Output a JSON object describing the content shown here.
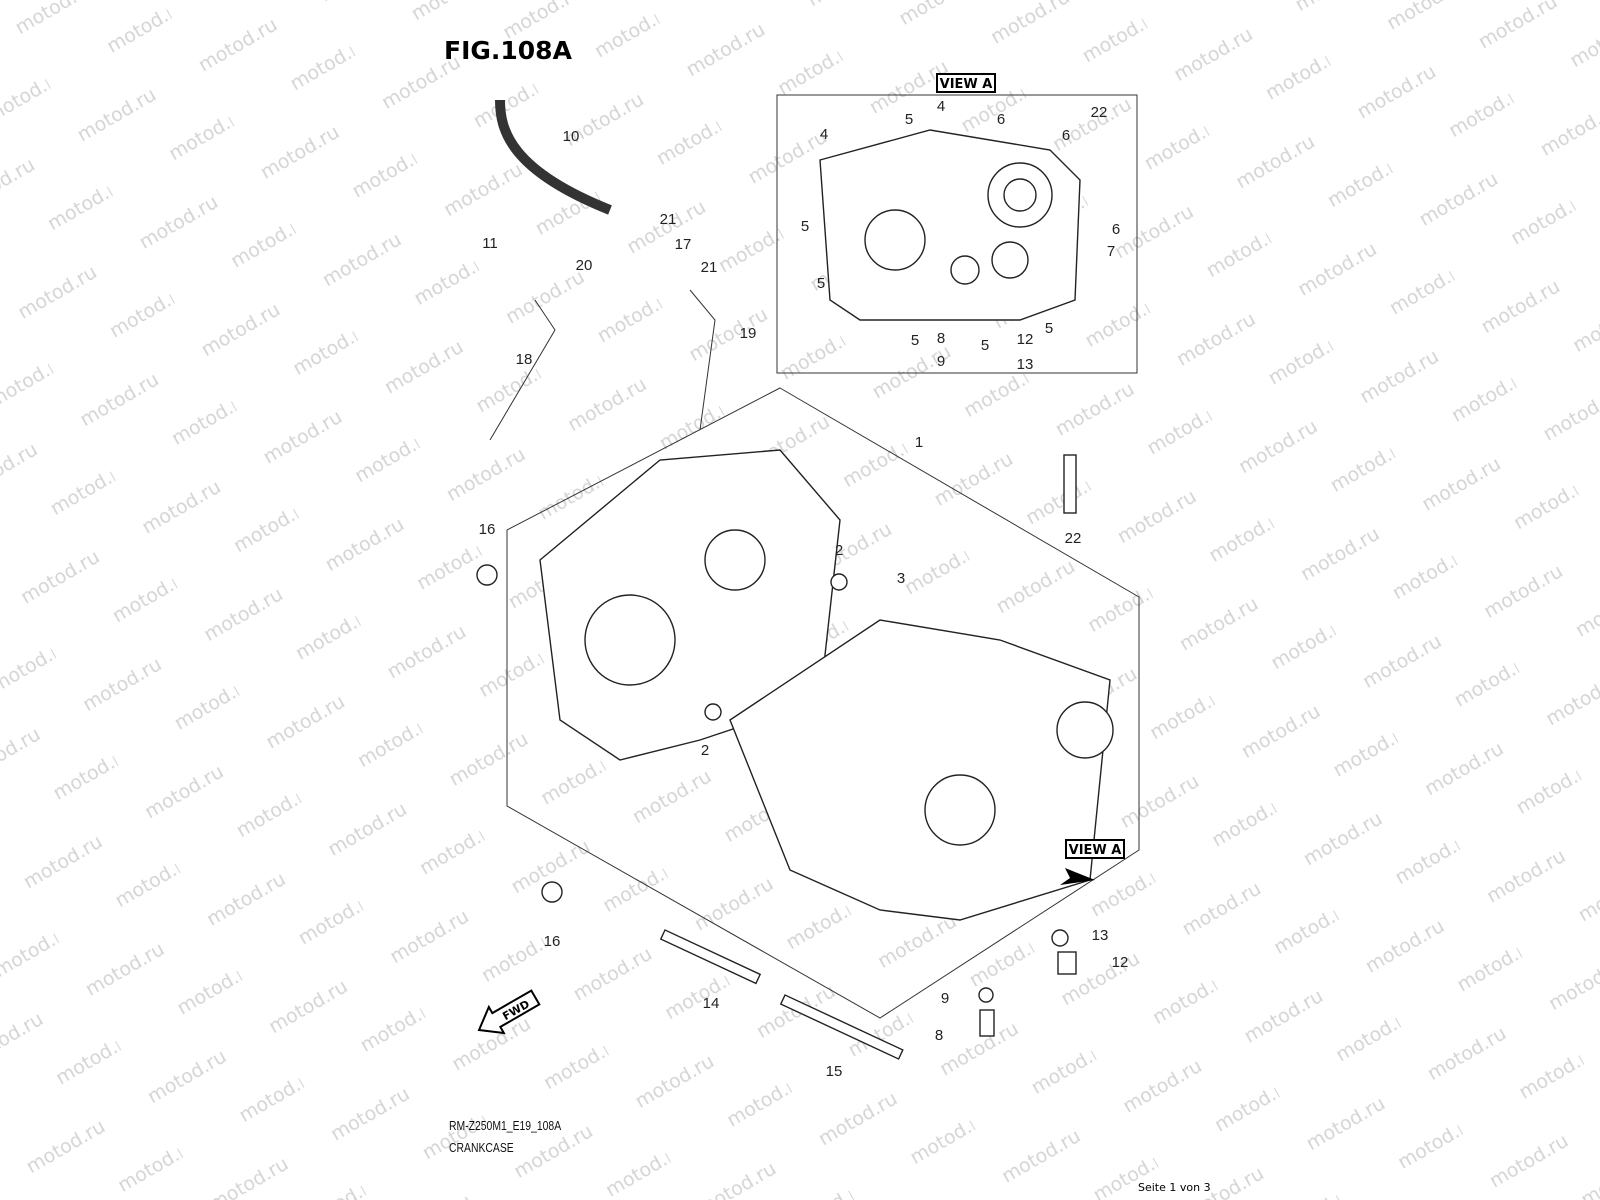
{
  "figure": {
    "title": "FIG.108A",
    "model_code": "RM-Z250M1_E19_108A",
    "name": "CRANKCASE"
  },
  "footer": {
    "page": "Seite 1 von 3"
  },
  "watermark": "motod.ru",
  "view_a": {
    "label": "VIEW A",
    "callouts": [
      "4",
      "5",
      "4",
      "6",
      "22",
      "6",
      "5",
      "6",
      "7",
      "5",
      "5",
      "8",
      "9",
      "5",
      "12",
      "13",
      "5"
    ]
  },
  "main": {
    "view_a_label": "VIEW A",
    "fwd_label": "FWD",
    "callouts": [
      "10",
      "21",
      "11",
      "17",
      "20",
      "21",
      "19",
      "18",
      "1",
      "22",
      "16",
      "2",
      "3",
      "2",
      "16",
      "13",
      "12",
      "14",
      "9",
      "8",
      "15"
    ]
  }
}
